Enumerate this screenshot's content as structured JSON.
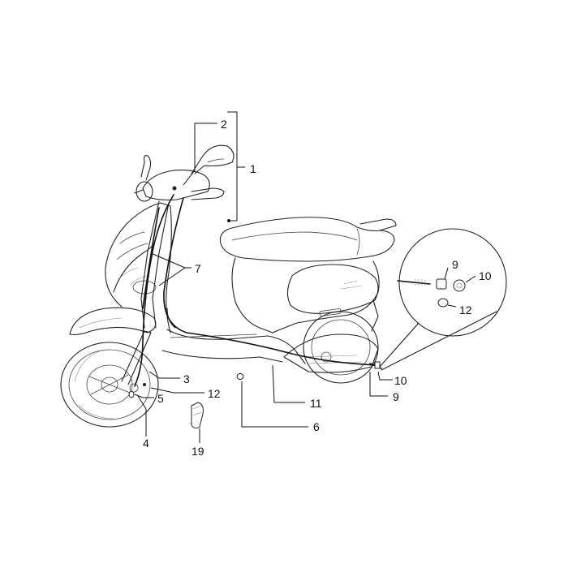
{
  "labels": {
    "l1": "1",
    "l2": "2",
    "l3": "3",
    "l4": "4",
    "l5": "5",
    "l6": "6",
    "l7": "7",
    "l9_top": "9",
    "l9_bottom": "9",
    "l10_top": "10",
    "l10_bottom": "10",
    "l11": "11",
    "l12_right": "12",
    "l12_left": "12",
    "l19": "19"
  }
}
